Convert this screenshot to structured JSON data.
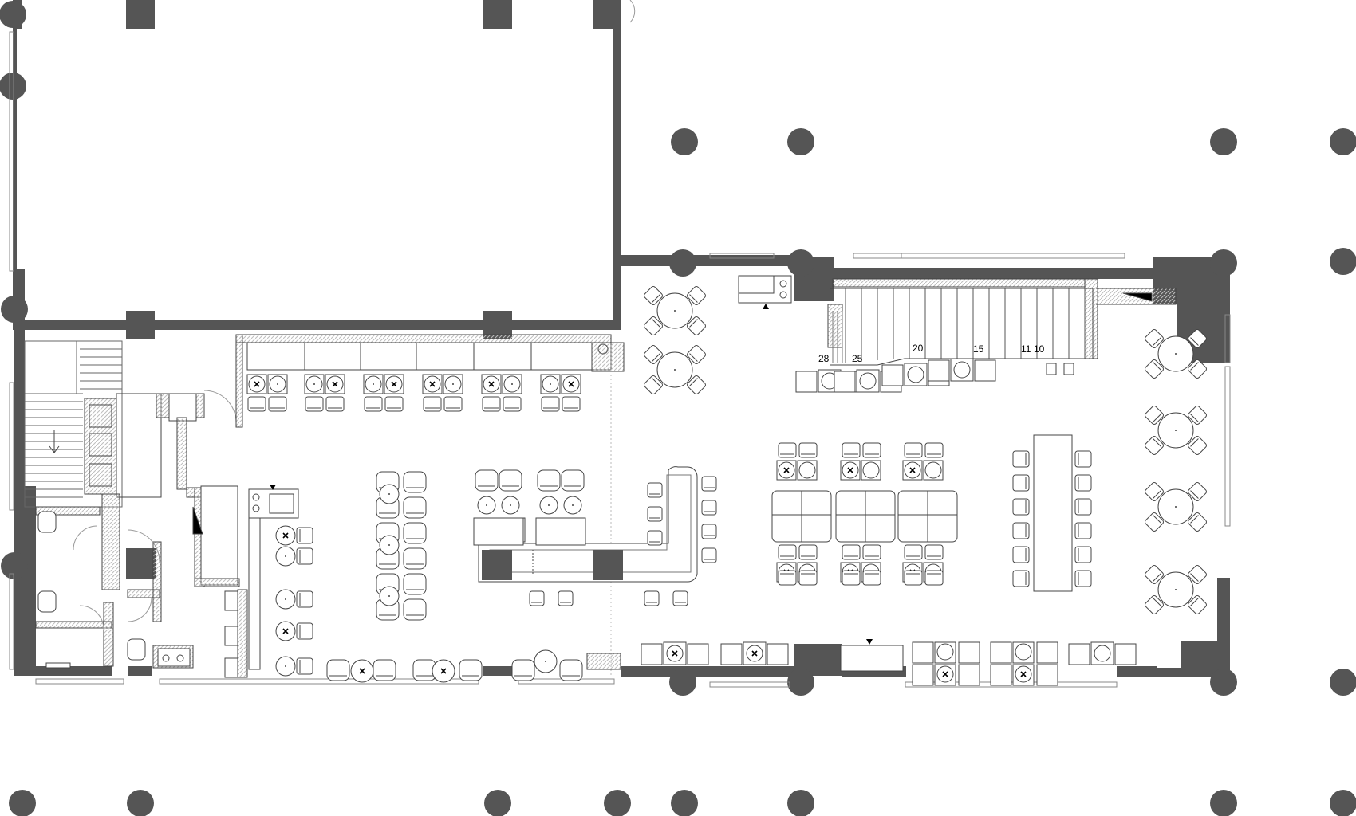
{
  "colors": {
    "background": "#ffffff",
    "wall": "#555555",
    "line": "#444444",
    "light_line": "#9a9a9a",
    "furniture_fill": "#ffffff",
    "hatch": "#b8b8b8"
  },
  "stair_numbers": [
    "28",
    "25",
    "20",
    "15",
    "11",
    "10"
  ],
  "icons": {
    "column": "column-icon",
    "chair": "chair-icon",
    "table_marker": "table-marker-x-icon",
    "direction_marker": "triangle-marker-icon"
  }
}
